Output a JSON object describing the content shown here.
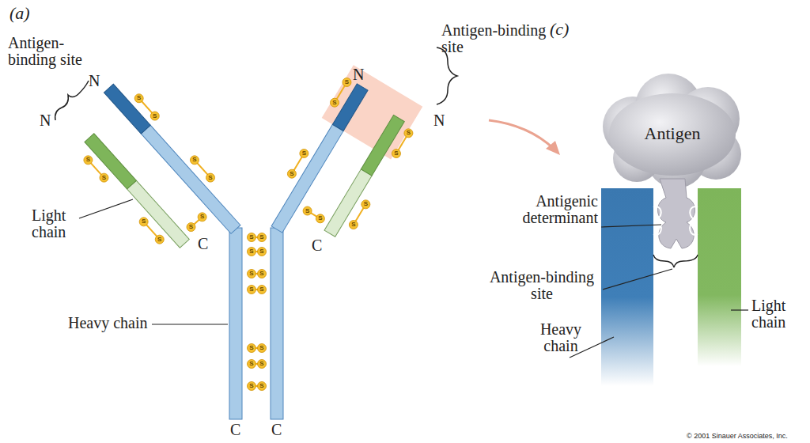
{
  "diagram": {
    "nodes": [
      {
        "text": [
          "Antigen"
        ]
      }
    ],
    "labels": [
      "(a)",
      "Antigen-binding site",
      "N",
      "N",
      "Light chain",
      "C",
      "Heavy chain",
      "C",
      "C",
      "Antigen-binding site",
      "(c)",
      "N",
      "N",
      "C",
      "Antigenic determinant",
      "Antigen-binding site",
      "Heavy chain",
      "Light chain",
      "© 2001 Sinauer Associates, Inc.",
      "S",
      "S",
      "S",
      "S",
      "S",
      "S",
      "S",
      "S",
      "S",
      "S",
      "S",
      "S",
      "S",
      "S",
      "S",
      "S",
      "S",
      "S",
      "S",
      "S",
      "S",
      "S",
      "S",
      "S",
      "S",
      "S",
      "S",
      "S",
      "S",
      "S",
      "S",
      "S",
      "S",
      "S"
    ]
  }
}
